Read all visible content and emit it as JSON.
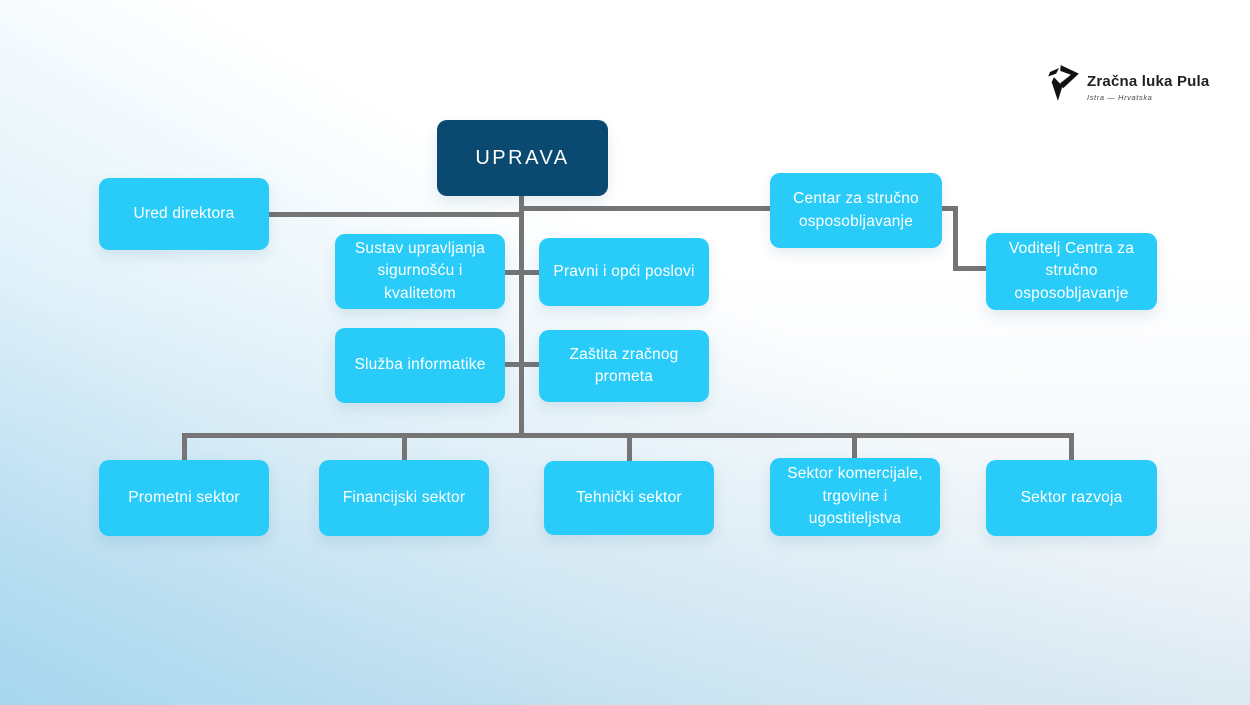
{
  "logo": {
    "title": "Zračna luka Pula",
    "subtitle": "Istra — Hrvatska",
    "icon": "stylized-p-arrow"
  },
  "colors": {
    "primary_dark": "#0b4a70",
    "accent_cyan": "#29ccf8",
    "connector_gray": "#757575",
    "background_tint": "#a3d5ee"
  },
  "org_chart": {
    "root": {
      "label": "UPRAVA"
    },
    "nodes": {
      "ured_direktora": {
        "label": "Ured direktora"
      },
      "sustav_upravljanja": {
        "label": "Sustav upravljanja sigurnošću i kvalitetom"
      },
      "pravni_poslovi": {
        "label": "Pravni i opći poslovi"
      },
      "sluzba_informatike": {
        "label": "Služba informatike"
      },
      "zastita_prometa": {
        "label": "Zaštita zračnog prometa"
      },
      "centar_osposobljavanje": {
        "label": "Centar za stručno osposobljavanje"
      },
      "voditelj_centra": {
        "label": "Voditelj Centra za stručno osposobljavanje"
      },
      "prometni_sektor": {
        "label": "Prometni sektor"
      },
      "financijski_sektor": {
        "label": "Financijski sektor"
      },
      "tehnicki_sektor": {
        "label": "Tehnički sektor"
      },
      "sektor_komercijale": {
        "label": "Sektor komercijale, trgovine i ugostiteljstva"
      },
      "sektor_razvoja": {
        "label": "Sektor razvoja"
      }
    }
  }
}
